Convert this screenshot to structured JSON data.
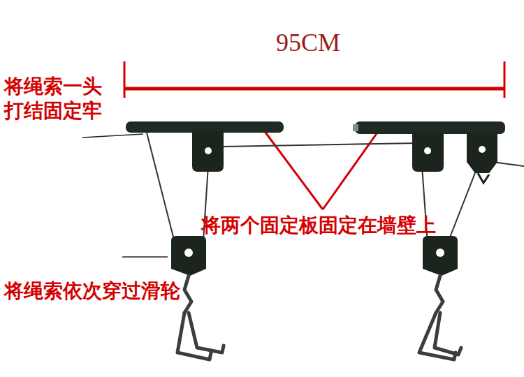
{
  "diagram": {
    "labels": [
      "95CM",
      "将绳索一头 打结固定牢",
      "将两个固定板固定在墙壁上",
      "将绳索依次穿过滑轮"
    ]
  }
}
